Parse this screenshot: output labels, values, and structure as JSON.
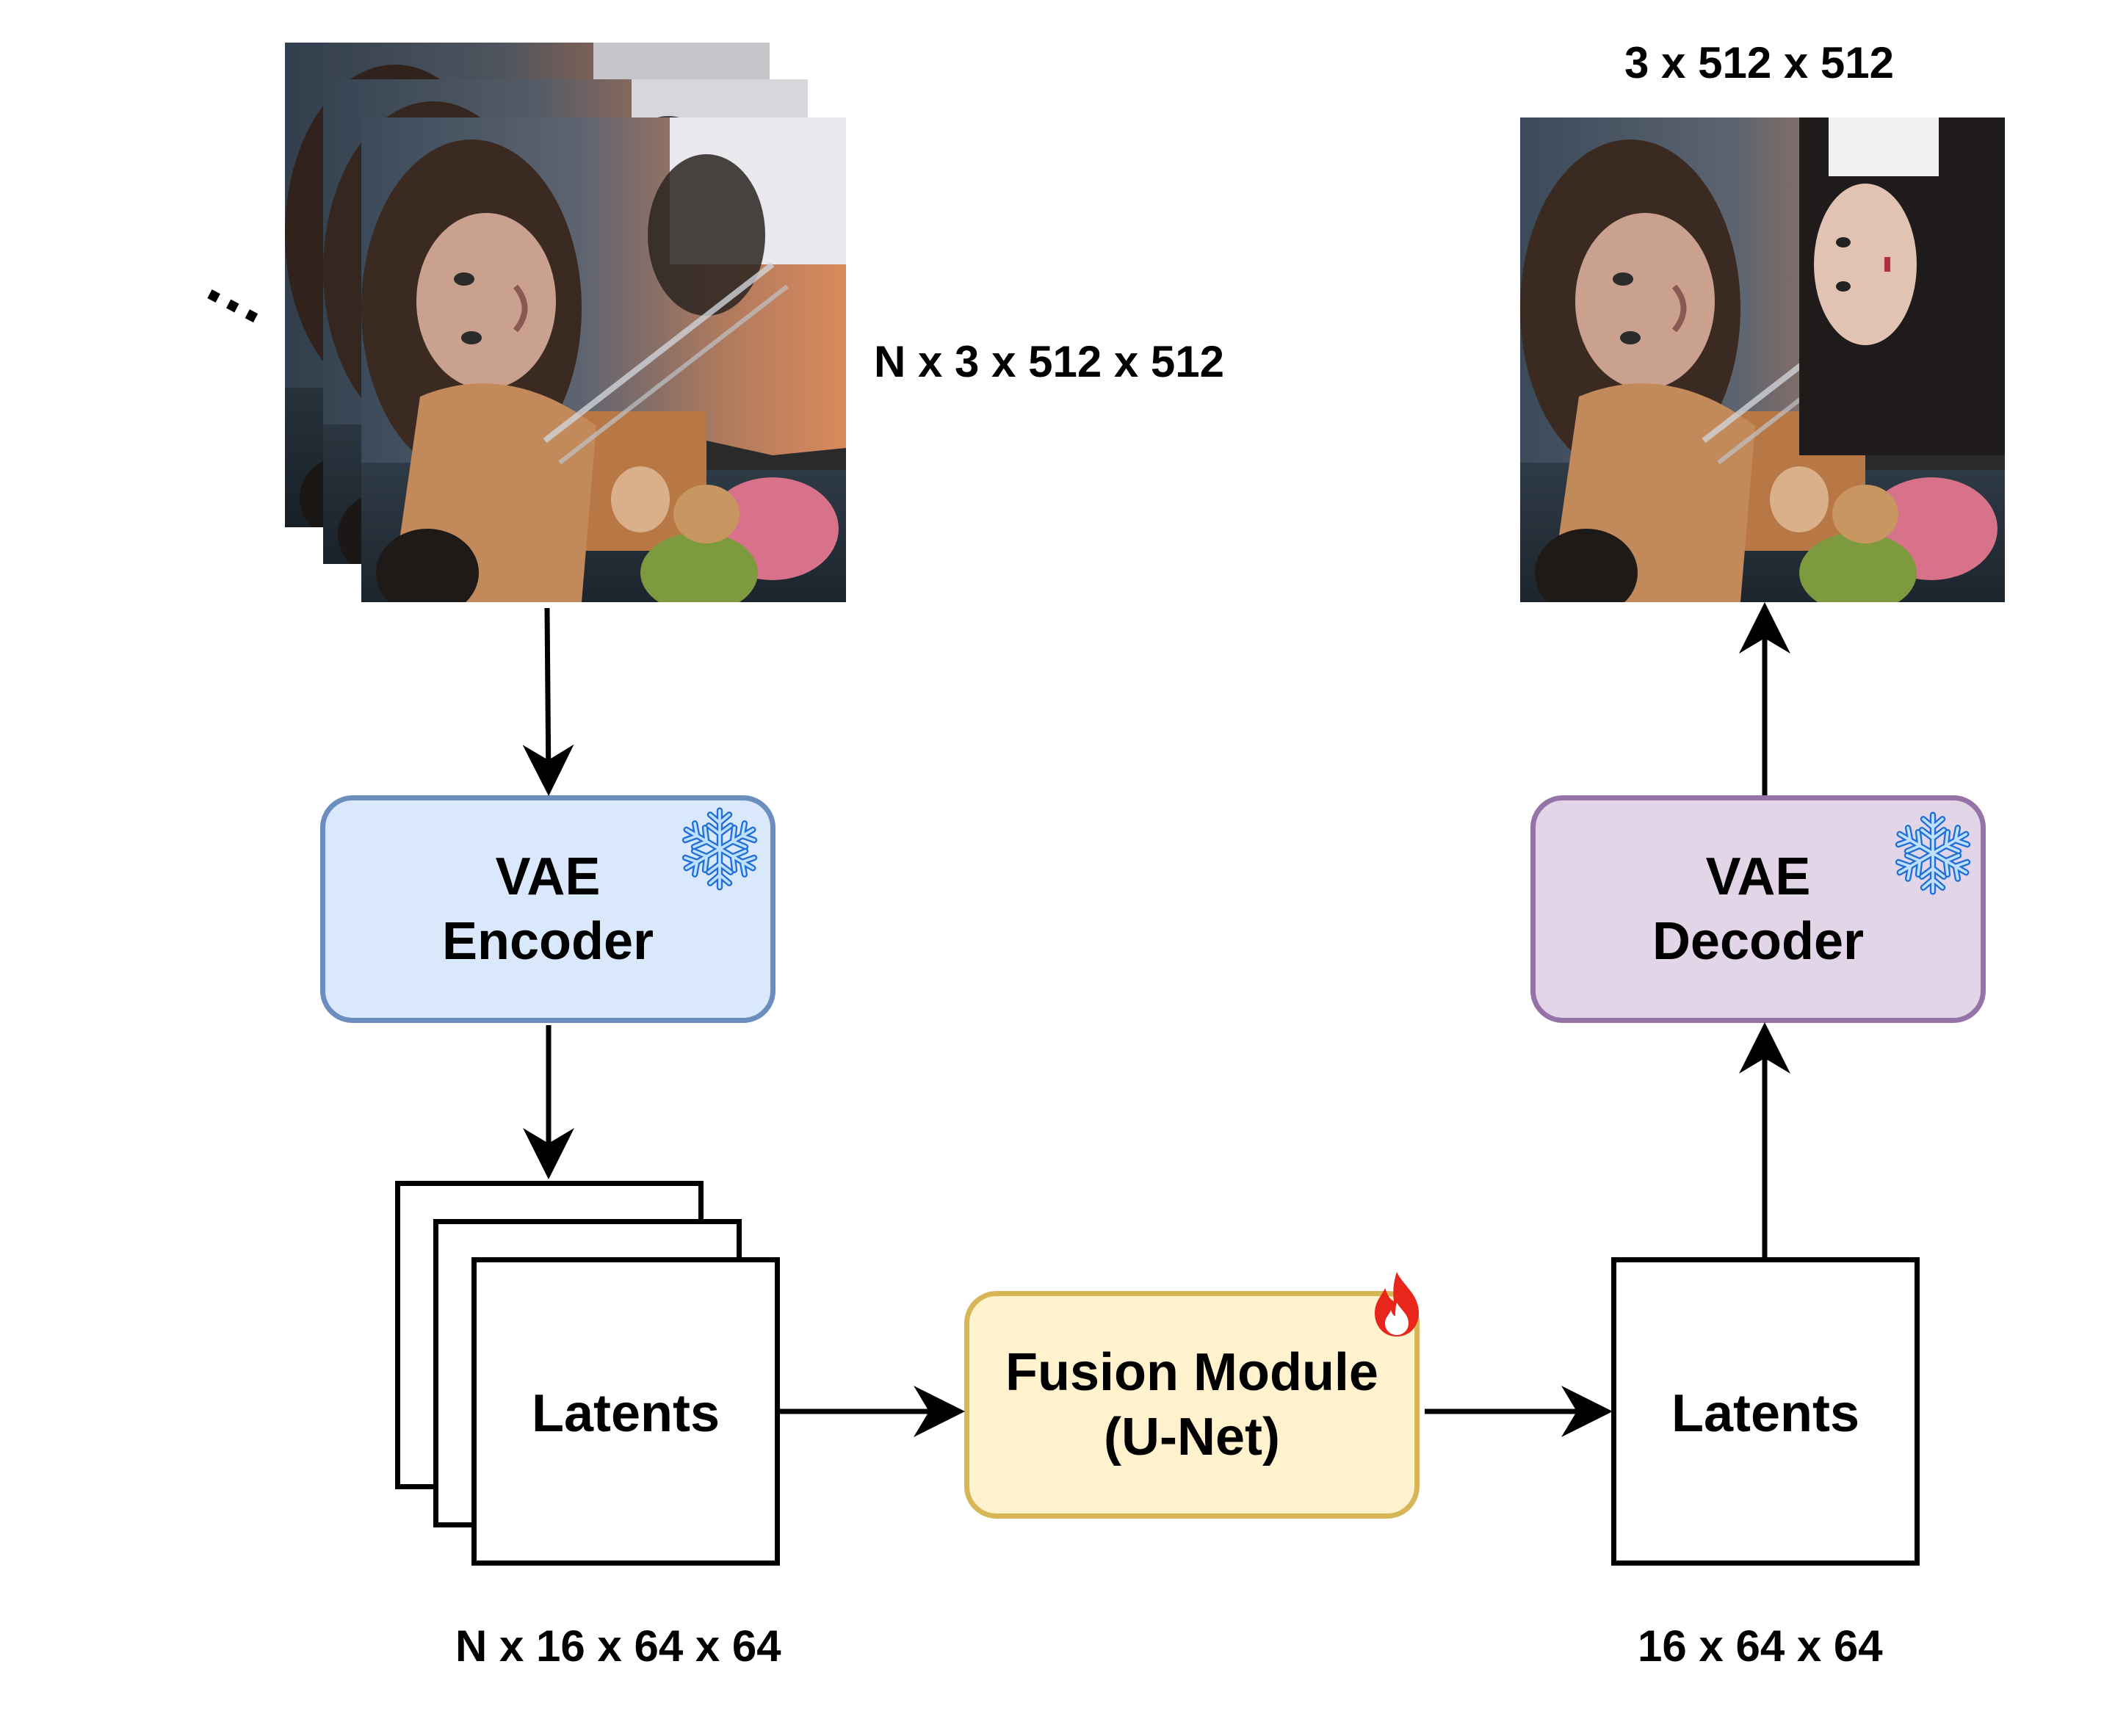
{
  "encoder": {
    "line1": "VAE",
    "line2": "Encoder",
    "icon": "snowflake-icon"
  },
  "decoder": {
    "line1": "VAE",
    "line2": "Decoder",
    "icon": "snowflake-icon"
  },
  "fusion": {
    "line1": "Fusion Module",
    "line2": "(U-Net)",
    "icon": "fire-icon"
  },
  "latents_left": {
    "label": "Latents",
    "dims": "N x 16 x 64 x 64"
  },
  "latents_right": {
    "label": "Latents",
    "dims": "16 x 64 x 64"
  },
  "input_images": {
    "dims": "N x 3 x 512 x 512",
    "ellipsis": "..."
  },
  "output_image": {
    "dims": "3 x 512 x 512"
  },
  "colors": {
    "encoder_fill": "#dae8fc",
    "encoder_stroke": "#6c8ebf",
    "decoder_fill": "#e1d5e7",
    "decoder_stroke": "#9673a6",
    "fusion_fill": "#fff2cc",
    "fusion_stroke": "#d6b656"
  }
}
